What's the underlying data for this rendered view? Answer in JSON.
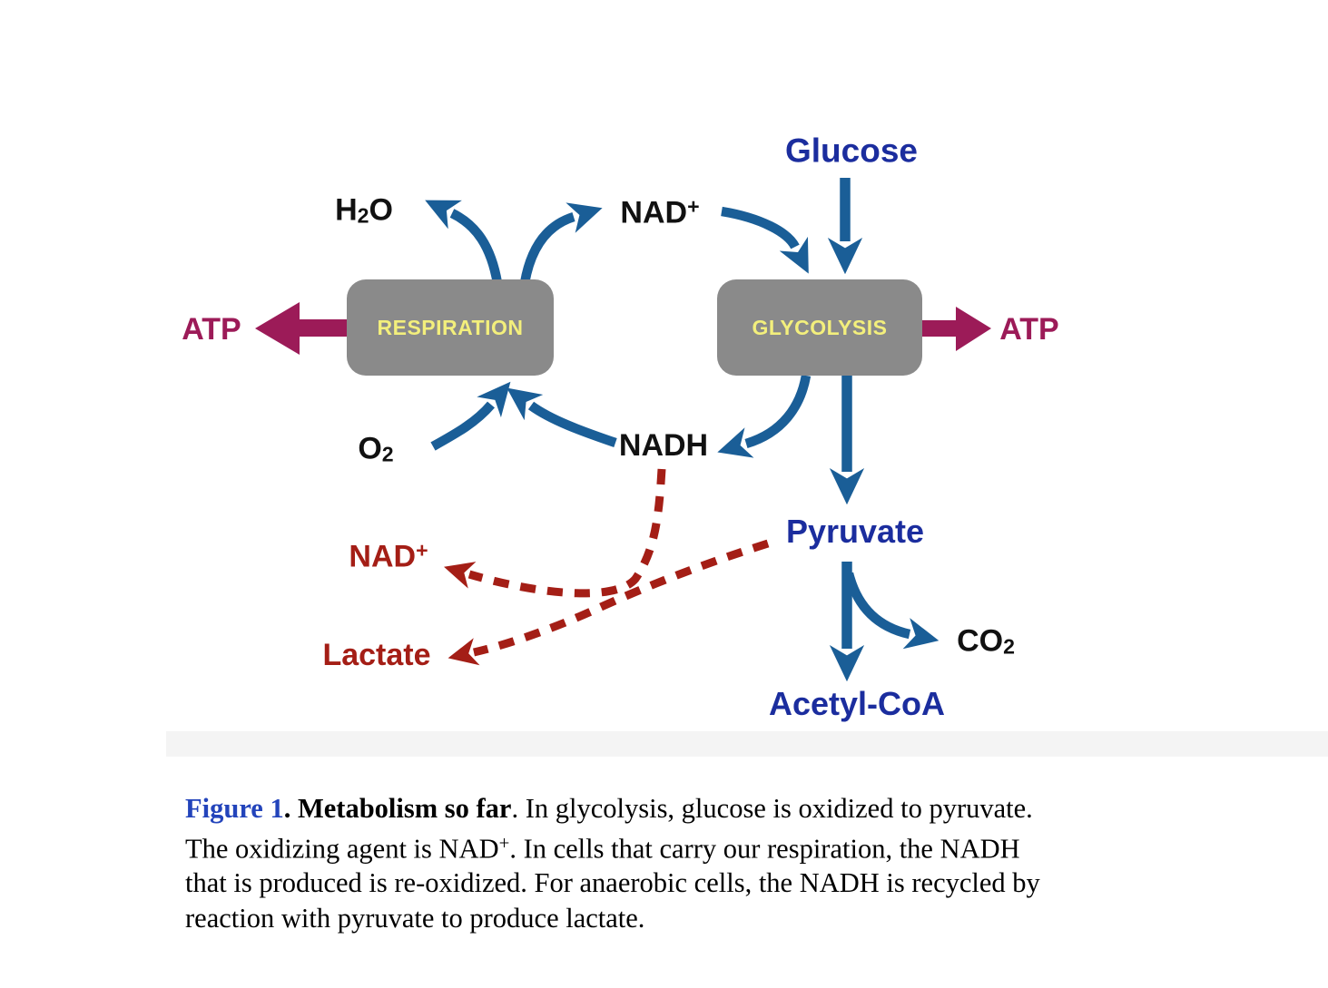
{
  "colors": {
    "arrow_blue": "#1A5E97",
    "label_blue": "#1B2D9E",
    "maroon": "#9C1B58",
    "red": "#A41E16",
    "box_gray": "#8A8A8A",
    "box_text_yellow": "#F3EF7C",
    "figure_blue": "#2344BB",
    "black": "#111111"
  },
  "diagram": {
    "boxes": {
      "respiration": "RESPIRATION",
      "glycolysis": "GLYCOLYSIS"
    },
    "labels": {
      "glucose": "Glucose",
      "h2o": {
        "base": "H",
        "sub": "2",
        "rest": "O"
      },
      "nad_top": {
        "base": "NAD",
        "sup": "+"
      },
      "atp_left": "ATP",
      "atp_right": "ATP",
      "o2": {
        "base": "O",
        "sub": "2"
      },
      "nadh": "NADH",
      "pyruvate": "Pyruvate",
      "nad_recycled": {
        "base": "NAD",
        "sup": "+"
      },
      "lactate": "Lactate",
      "co2": {
        "base": "CO",
        "sub": "2"
      },
      "acetyl_coa": "Acetyl-CoA"
    }
  },
  "caption": {
    "line1": {
      "figure_label": "Figure 1",
      "bold_title": ". Metabolism so far",
      "rest": ". In glycolysis, glucose is oxidized to pyruvate."
    },
    "line2": {
      "pre": "The oxidizing agent is NAD",
      "sup": "+",
      "post": ". In cells that carry our respiration, the NADH"
    },
    "line3": "that is produced is re-oxidized. For anaerobic cells, the NADH is recycled by",
    "line4": "reaction with pyruvate to produce lactate."
  }
}
